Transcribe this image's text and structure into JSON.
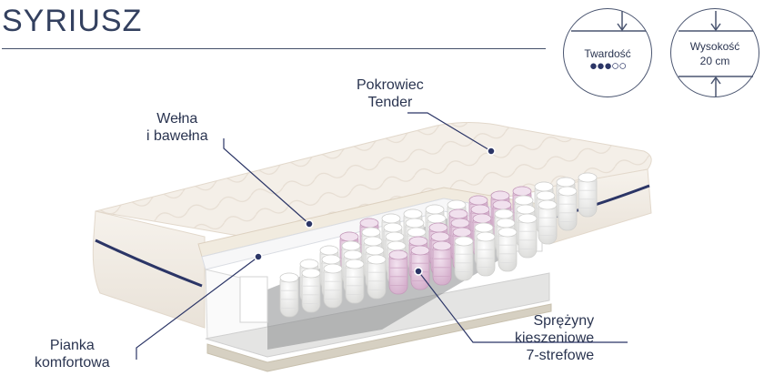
{
  "title": "SYRIUSZ",
  "badges": {
    "hardness": {
      "label": "Twardość",
      "level": 3,
      "max": 5,
      "dots": "●●●○○"
    },
    "height": {
      "label": "Wysokość",
      "value": "20 cm"
    }
  },
  "labels": {
    "cover": [
      "Pokrowiec",
      "Tender"
    ],
    "wool": [
      "Wełna",
      "i bawełna"
    ],
    "foam": [
      "Pianka",
      "komfortowa"
    ],
    "springs": [
      "Sprężyny",
      "kieszeniowe",
      "7-strefowe"
    ]
  },
  "colors": {
    "navy": "#2b3566",
    "text": "#2a3450",
    "fabric": "#f4efe8",
    "pink": "#e3c6dd",
    "spring": "#f3f3f2"
  }
}
